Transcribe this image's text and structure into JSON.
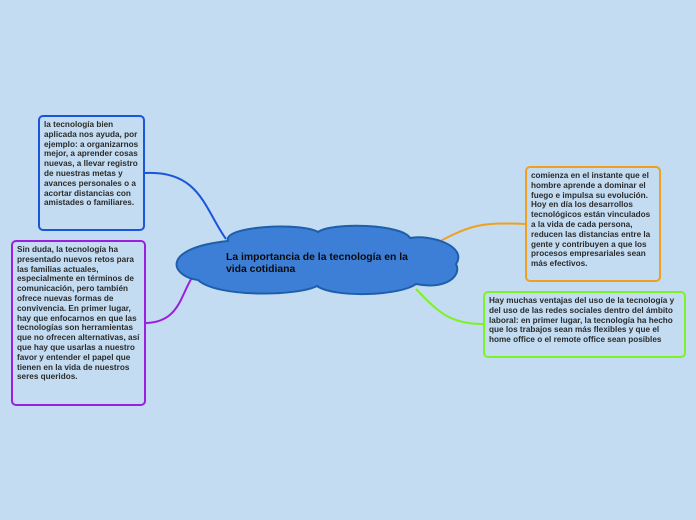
{
  "central_topic": "La importancia de la tecnología en la vida cotidiana",
  "branches": [
    {
      "id": "blue",
      "color": "#1a56db",
      "text": "la tecnología bien aplicada nos ayuda, por ejemplo: a organizarnos mejor, a aprender cosas nuevas, a llevar registro de nuestras metas y avances personales o a acortar distancias con amistades o familiares."
    },
    {
      "id": "purple",
      "color": "#9b1fe0",
      "text": "Sin duda, la tecnología ha presentado nuevos retos para las familias actuales, especialmente en términos de comunicación, pero también ofrece nuevas formas de convivencia. En primer lugar, hay que enfocarnos en que las tecnologías son herramientas que no ofrecen alternativas, así que hay que usarlas a nuestro favor y entender el papel que tienen en la vida de nuestros seres queridos."
    },
    {
      "id": "orange",
      "color": "#f0a01e",
      "text": "comienza en el instante que el hombre aprende a dominar el fuego e impulsa su evolución. Hoy en día los desarrollos tecnológicos están vinculados a la vida de cada persona, reducen las distancias entre la gente y contribuyen a que los procesos empresariales sean más efectivos."
    },
    {
      "id": "green",
      "color": "#7cf227",
      "text": "Hay muchas ventajas del uso de la tecnología y del uso de las redes sociales dentro del ámbito laboral: en primer lugar, la tecnología ha hecho que los trabajos sean más flexibles y que el home office o el remote office sean posibles"
    }
  ]
}
